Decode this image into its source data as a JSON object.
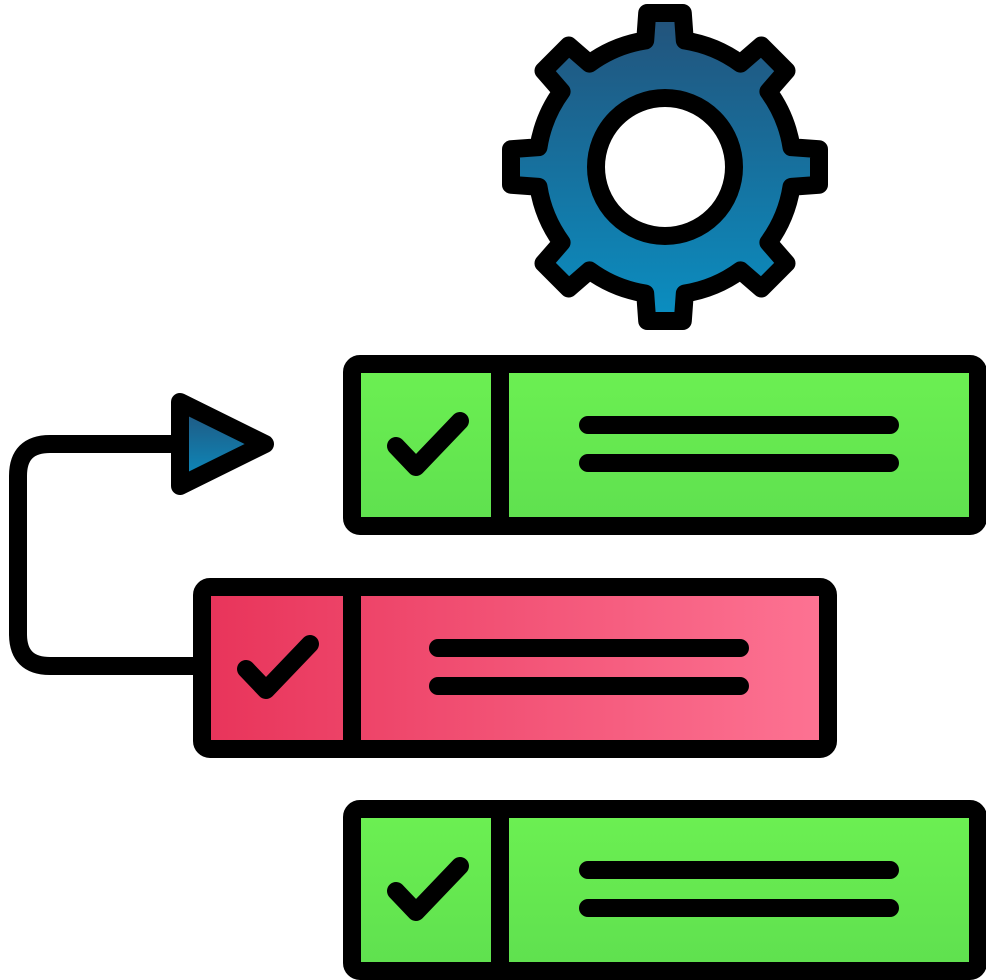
{
  "illustration": {
    "icon": "workflow-process-icon",
    "parts": {
      "gear": {
        "icon": "gear-icon"
      },
      "arrow": {
        "icon": "return-arrow-icon"
      },
      "tasks": [
        {
          "icon": "check-icon",
          "status": "active",
          "text_lines": 2
        },
        {
          "icon": "check-icon",
          "status": "moved",
          "text_lines": 2
        },
        {
          "icon": "check-icon",
          "status": "active",
          "text_lines": 2
        }
      ]
    }
  },
  "colors": {
    "outline": "#000000",
    "gear_top": "#23527a",
    "gear_bottom": "#0a8fc2",
    "gear_hole": "#ffffff",
    "green_top": "#6cf052",
    "green_bottom": "#5fe04f",
    "red_left": "#e8345a",
    "red_right": "#fd7393",
    "arrow_top": "#23527a",
    "arrow_bottom": "#0a8fc2"
  }
}
